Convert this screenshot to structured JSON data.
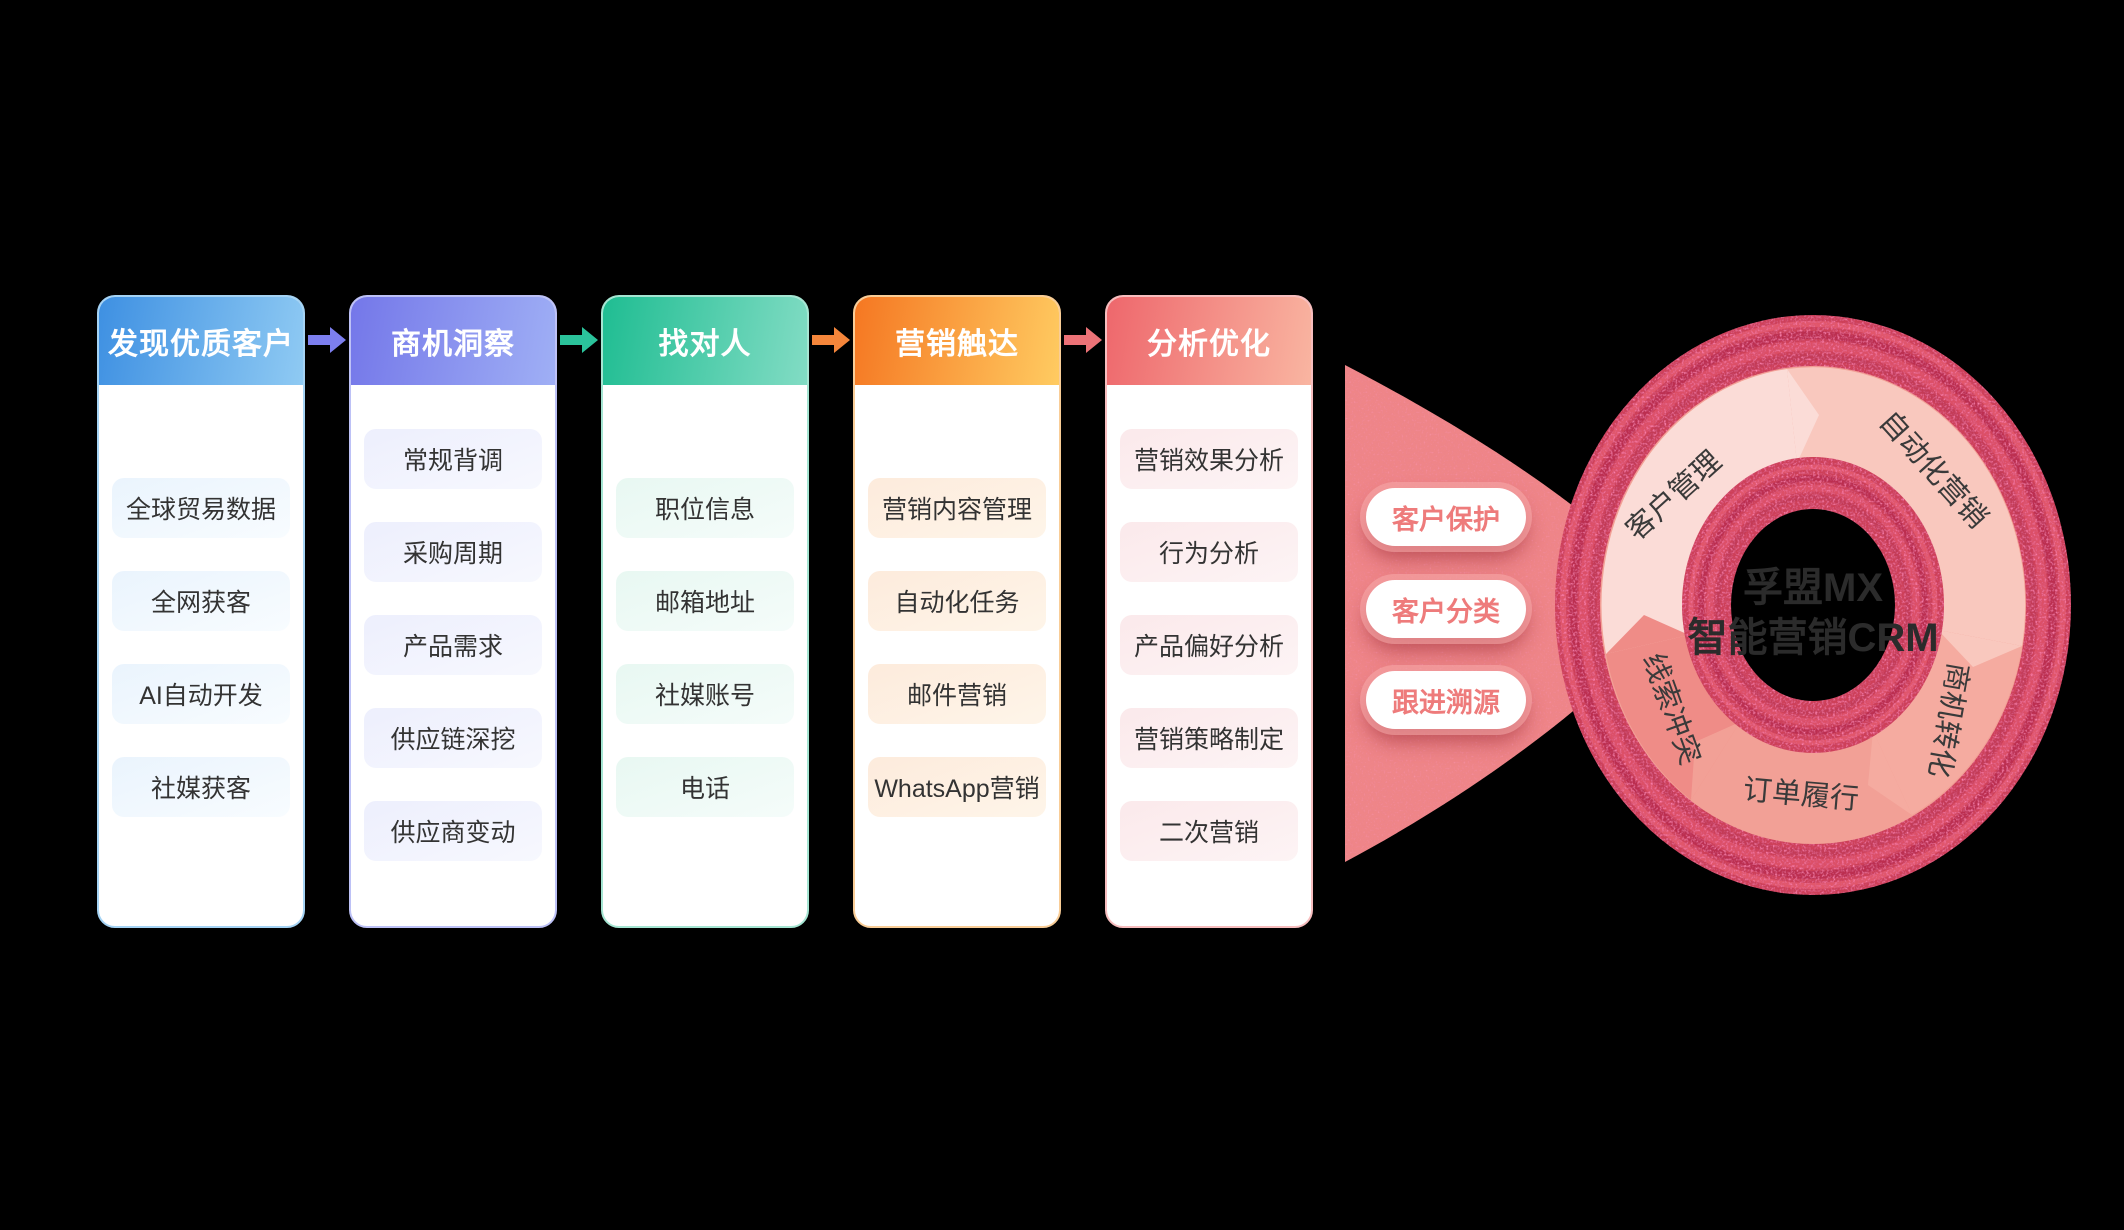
{
  "page": {
    "background": "#000000"
  },
  "flow": {
    "columns": [
      {
        "title": "发现优质客户",
        "items": [
          "全球贸易数据",
          "全网获客",
          "AI自动开发",
          "社媒获客"
        ],
        "theme": {
          "header_from": "#3E90E2",
          "header_to": "#8FCAF3",
          "border": "#A5D3F4",
          "chip_bg": "#EAF4FD",
          "chip_bg2": "#F8FCFF"
        }
      },
      {
        "title": "商机洞察",
        "items": [
          "常规背调",
          "采购周期",
          "产品需求",
          "供应链深挖",
          "供应商变动"
        ],
        "theme": {
          "header_from": "#7477E9",
          "header_to": "#9FAFF5",
          "border": "#BDC1F6",
          "chip_bg": "#EDEFFD",
          "chip_bg2": "#F7F8FE"
        }
      },
      {
        "title": "找对人",
        "items": [
          "职位信息",
          "邮箱地址",
          "社媒账号",
          "电话"
        ],
        "theme": {
          "header_from": "#1FBD92",
          "header_to": "#82DCC4",
          "border": "#A5E5D2",
          "chip_bg": "#E8F8F2",
          "chip_bg2": "#F5FCFA"
        }
      },
      {
        "title": "营销触达",
        "items": [
          "营销内容管理",
          "自动化任务",
          "邮件营销",
          "WhatsApp营销"
        ],
        "theme": {
          "header_from": "#F57722",
          "header_to": "#FFCB61",
          "border": "#F9CD97",
          "chip_bg": "#FDEBDC",
          "chip_bg2": "#FEF5E9"
        }
      },
      {
        "title": "分析优化",
        "items": [
          "营销效果分析",
          "行为分析",
          "产品偏好分析",
          "营销策略制定",
          "二次营销"
        ],
        "theme": {
          "header_from": "#EE676C",
          "header_to": "#F9B5A1",
          "border": "#F7BDBE",
          "chip_bg": "#FBE9EB",
          "chip_bg2": "#FDF4F5"
        }
      }
    ],
    "arrow_colors": [
      "#7D7FEF",
      "#2BC39B",
      "#F5863B",
      "#ED7277"
    ]
  },
  "funnel": {
    "color": "#EF8588",
    "pills": [
      "客户保护",
      "客户分类",
      "跟进溯源"
    ],
    "pill_text_color": "#EE7B7B"
  },
  "crm": {
    "center_lines": [
      "孚盟MX",
      "智能营销CRM"
    ],
    "center_text_color": "#2B2B2B",
    "ring_base_color": "#CE4059",
    "ring_stroke_colors": [
      "#E2566B",
      "#BC2F50",
      "#DD4F66",
      "#C43A56"
    ],
    "label_color": "#3A3A3A",
    "segments": [
      {
        "label": "客户管理",
        "color": "#FBDCD7"
      },
      {
        "label": "自动化营销",
        "color": "#F9C8BE"
      },
      {
        "label": "商机转化",
        "color": "#F5ABA0"
      },
      {
        "label": "订单履行",
        "color": "#F2A096"
      },
      {
        "label": "线索冲突",
        "color": "#EF8C87"
      }
    ]
  }
}
